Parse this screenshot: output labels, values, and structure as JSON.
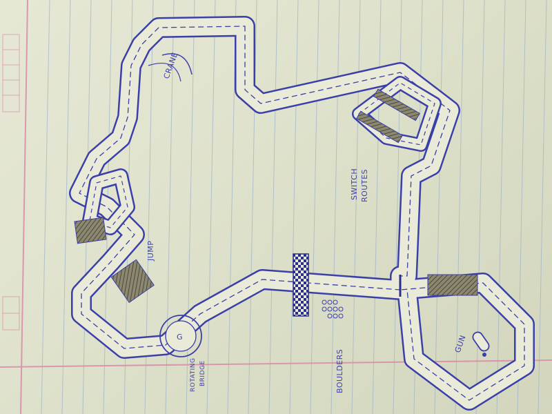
{
  "labels": {
    "crane": "CRANE",
    "switch_line1": "SWITCH",
    "switch_line2": "ROUTES",
    "jump": "JUMP",
    "rotating_line1": "ROTATING",
    "rotating_line2": "BRIDGE",
    "boulders": "BOULDERS",
    "gun": "GUN",
    "rotating_bridge_glyph": "G"
  },
  "colors": {
    "ink": "#3b3fa8",
    "ruled_line": "#9fb0c8",
    "margin_line": "#d98aa8",
    "road": "#e9ead8",
    "hatch": "#6d6a55"
  }
}
